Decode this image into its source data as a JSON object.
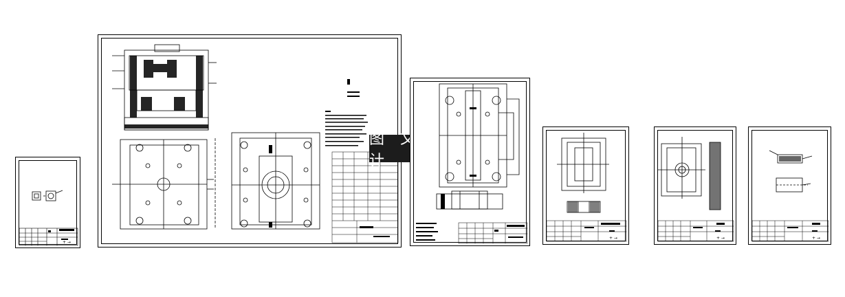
{
  "watermark": {
    "text": "图 文 设 计"
  },
  "sheets": [
    {
      "id": "sheet-1",
      "title_code": "+ →"
    },
    {
      "id": "sheet-assembly",
      "title_code": ""
    },
    {
      "id": "sheet-plate",
      "title_code": ""
    },
    {
      "id": "sheet-4",
      "title_code": "+ →"
    },
    {
      "id": "sheet-5",
      "title_code": "+ →"
    },
    {
      "id": "sheet-6",
      "title_code": "+ →"
    }
  ],
  "colors": {
    "ink": "#000000",
    "paper": "#ffffff",
    "watermark_bg": "#1c1c1c"
  }
}
